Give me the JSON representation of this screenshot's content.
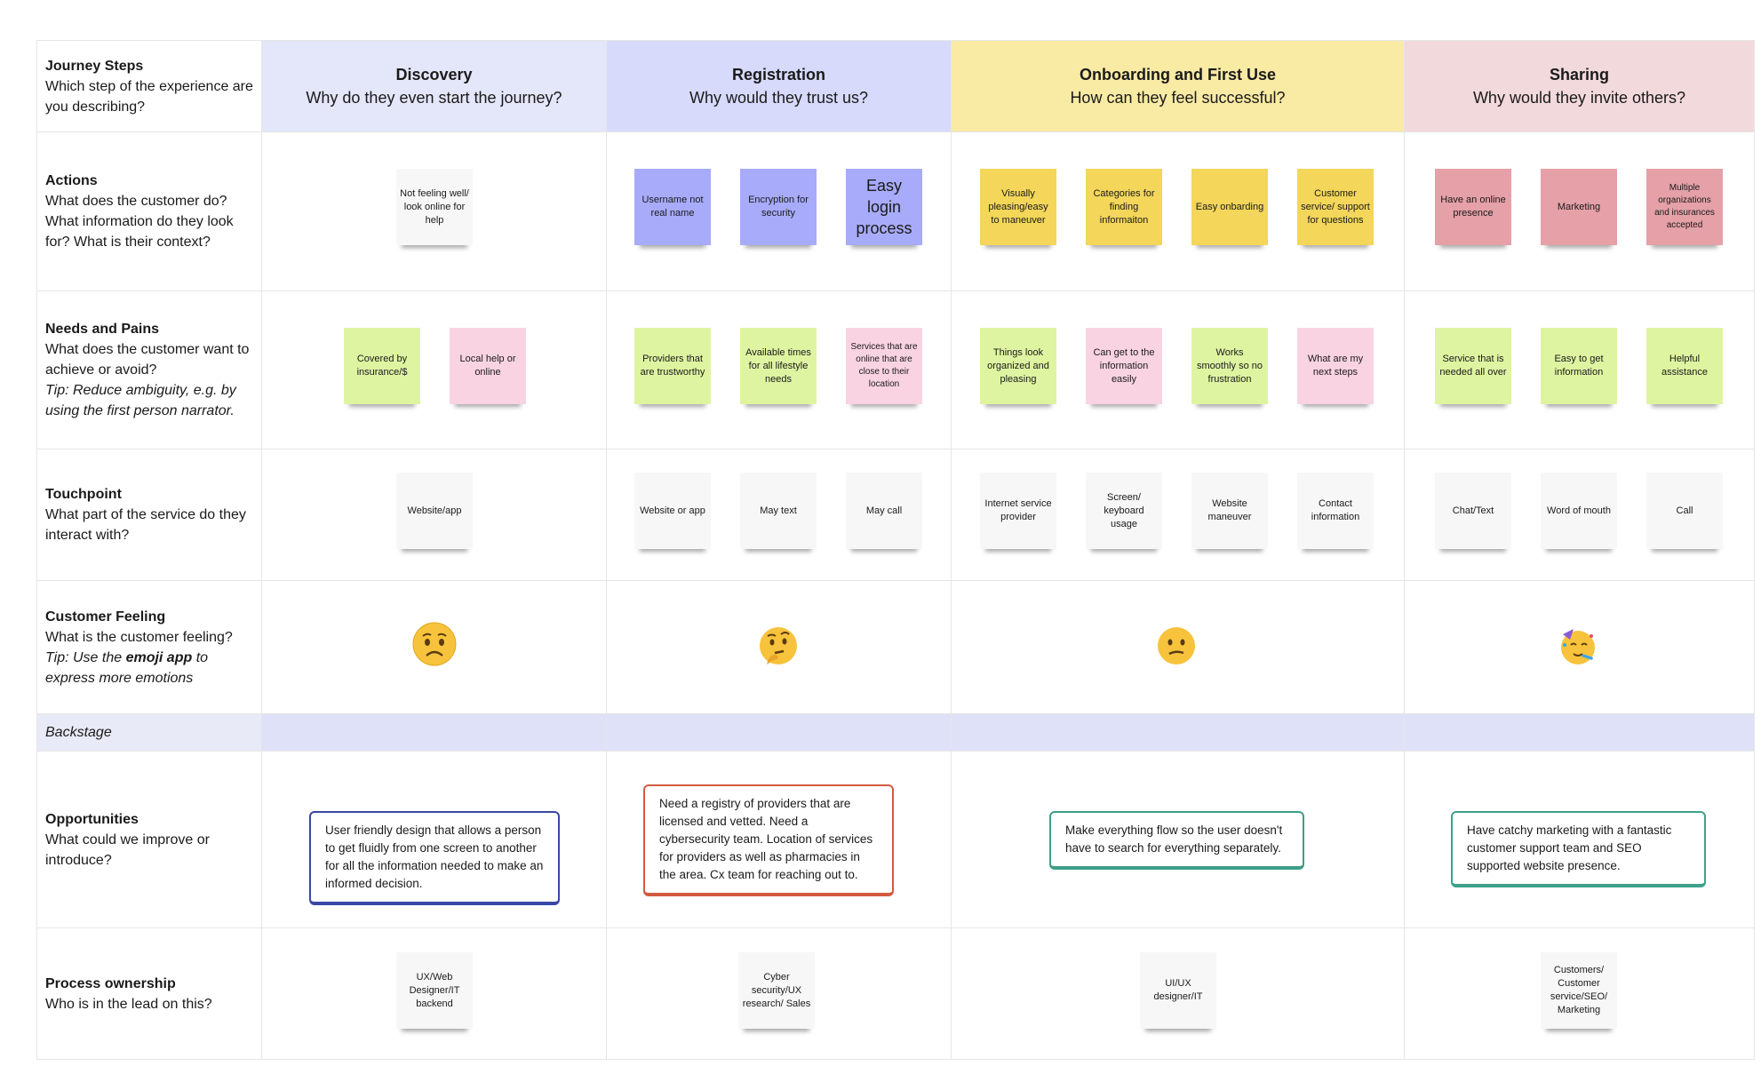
{
  "colors": {
    "discovery": "#e4e6f9",
    "registration": "#d7dafb",
    "onboarding": "#f9eaa4",
    "sharing": "#f2d9dc",
    "note_white": "#f7f7f7",
    "note_blue": "#a7abf9",
    "note_yellow": "#f3d65a",
    "note_red": "#e5a0a8",
    "note_green": "#dff4a1",
    "note_pink": "#f9d3e2",
    "opp_navy": "#3847a6",
    "opp_rust": "#d35a40",
    "opp_teal": "#3f9d88"
  },
  "rows": {
    "journey": {
      "title": "Journey Steps",
      "desc": "Which step of the experience are you describing?"
    },
    "actions": {
      "title": "Actions",
      "desc": "What does the customer do? What information do they look for? What is their context?"
    },
    "needs": {
      "title": "Needs and Pains",
      "desc": "What does the customer want to achieve or avoid?",
      "tip": "Tip: Reduce ambiguity, e.g. by using the first person narrator."
    },
    "touchpoint": {
      "title": "Touchpoint",
      "desc": "What part of the service do they interact with?"
    },
    "feeling": {
      "title": "Customer Feeling",
      "desc": "What is the customer feeling?",
      "tip_a": "Tip: Use the ",
      "tip_b": "emoji app",
      "tip_c": " to express more emotions"
    },
    "backstage": {
      "title": "Backstage"
    },
    "opportunities": {
      "title": "Opportunities",
      "desc": "What could we improve or introduce?"
    },
    "ownership": {
      "title": "Process ownership",
      "desc": "Who is in the lead on this?"
    }
  },
  "stages": [
    {
      "title": "Discovery",
      "question": "Why do they even start the journey?"
    },
    {
      "title": "Registration",
      "question": "Why would they trust us?"
    },
    {
      "title": "Onboarding and First Use",
      "question": "How can they feel successful?"
    },
    {
      "title": "Sharing",
      "question": "Why would they invite others?"
    }
  ],
  "actions": [
    "Not feeling well/ look online for help",
    "Username not real name",
    "Encryption for security",
    "Easy login process",
    "Visually pleasing/easy to maneuver",
    "Categories for finding informaiton",
    "Easy onbarding",
    "Customer service/ support for questions",
    "Have an online presence",
    "Marketing",
    "Multiple organizations and insurances accepted"
  ],
  "needs": [
    "Covered by insurance/$",
    "Local help or online",
    "Providers that are trustworthy",
    "Available times for all lifestyle needs",
    "Services that are online that are close to their location",
    "Things look organized and pleasing",
    "Can get to the information easily",
    "Works smoothly so no frustration",
    "What are my next steps",
    "Service that is needed all over",
    "Easy to get information",
    "Helpful assistance"
  ],
  "touchpoints": [
    "Website/app",
    "Website or app",
    "May text",
    "May call",
    "Internet service provider",
    "Screen/ keyboard usage",
    "Website maneuver",
    "Contact information",
    "Chat/Text",
    "Word of mouth",
    "Call"
  ],
  "feelings": [
    "worried-face-icon",
    "thinking-face-icon",
    "confused-face-icon",
    "partying-face-icon"
  ],
  "opportunities": [
    "User friendly design that allows a person to get fluidly from one screen to another for all the information needed to make an informed decision.",
    "Need a registry of providers that are licensed and vetted. Need a cybersecurity team. Location of services for providers as well as pharmacies in the area. Cx team for reaching out to.",
    "Make everything flow so the user doesn't have to search for everything separately.",
    "Have catchy marketing with a fantastic customer support team and SEO supported website presence."
  ],
  "ownership": [
    "UX/Web Designer/IT backend",
    "Cyber security/UX research/ Sales",
    "UI/UX designer/IT",
    "Customers/ Customer service/SEO/ Marketing"
  ]
}
